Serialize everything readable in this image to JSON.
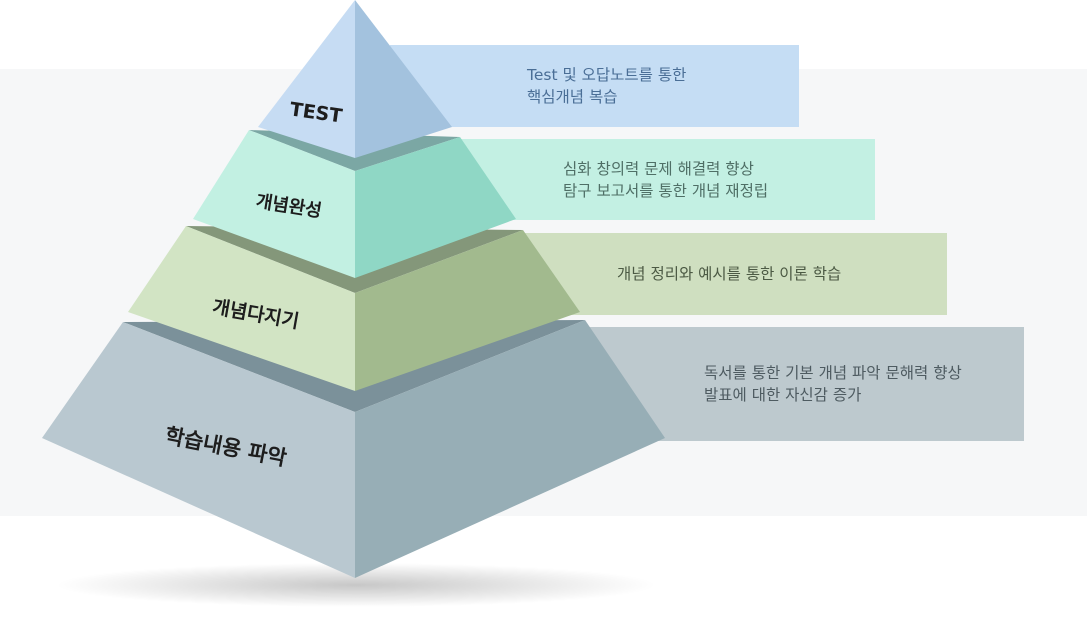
{
  "levels": [
    {
      "title": "TEST",
      "lines": [
        "Test 및 오답노트를 통한",
        "핵심개념 복습"
      ],
      "colors": {
        "left": "#c6dcf3",
        "right": "#a3c2de",
        "band": "#c5ddf4"
      }
    },
    {
      "title": "개념완성",
      "lines": [
        "심화 창의력 문제 해결력 향상",
        "탐구 보고서를 통한 개념 재정립"
      ],
      "colors": {
        "left": "#c2f0e2",
        "right": "#8fd7c5",
        "band": "#c3f0e3"
      }
    },
    {
      "title": "개념다지기",
      "lines": [
        "개념 정리와 예시를 통한 이론 학습"
      ],
      "colors": {
        "left": "#d2e4c4",
        "right": "#a2ba8e",
        "band": "#cfdfc0"
      }
    },
    {
      "title": "학습내용 파악",
      "lines": [
        "독서를 통한 기본 개념 파악 문해력 향상",
        "발표에 대한 자신감 증가"
      ],
      "colors": {
        "left": "#b9c8d0",
        "right": "#97aeb6",
        "band": "#bdc9ce"
      }
    }
  ]
}
